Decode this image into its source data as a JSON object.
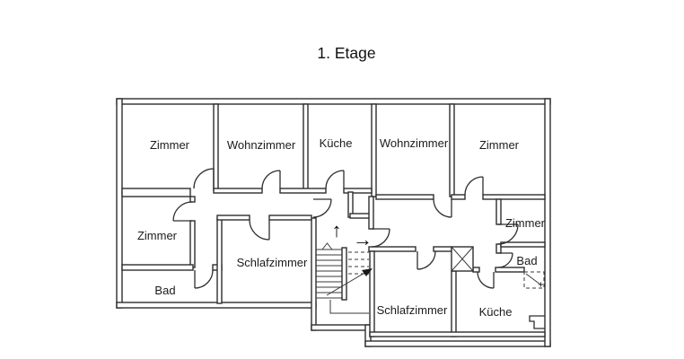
{
  "title": "1. Etage",
  "rooms": {
    "zimmer_top_left": "Zimmer",
    "wohnzimmer_left": "Wohnzimmer",
    "kueche_top": "Küche",
    "wohnzimmer_right": "Wohnzimmer",
    "zimmer_top_right": "Zimmer",
    "zimmer_mid_left": "Zimmer",
    "schlafzimmer_left": "Schlafzimmer",
    "bad_left": "Bad",
    "zimmer_right_small": "Zimmer",
    "bad_right": "Bad",
    "schlafzimmer_bottom": "Schlafzimmer",
    "kueche_bottom": "Küche"
  },
  "icons": {
    "up_arrow": "↑",
    "right_arrow": "→"
  },
  "colors": {
    "background": "#ffffff",
    "wall_line": "#2e2e2e",
    "text": "#1b1b1b"
  }
}
